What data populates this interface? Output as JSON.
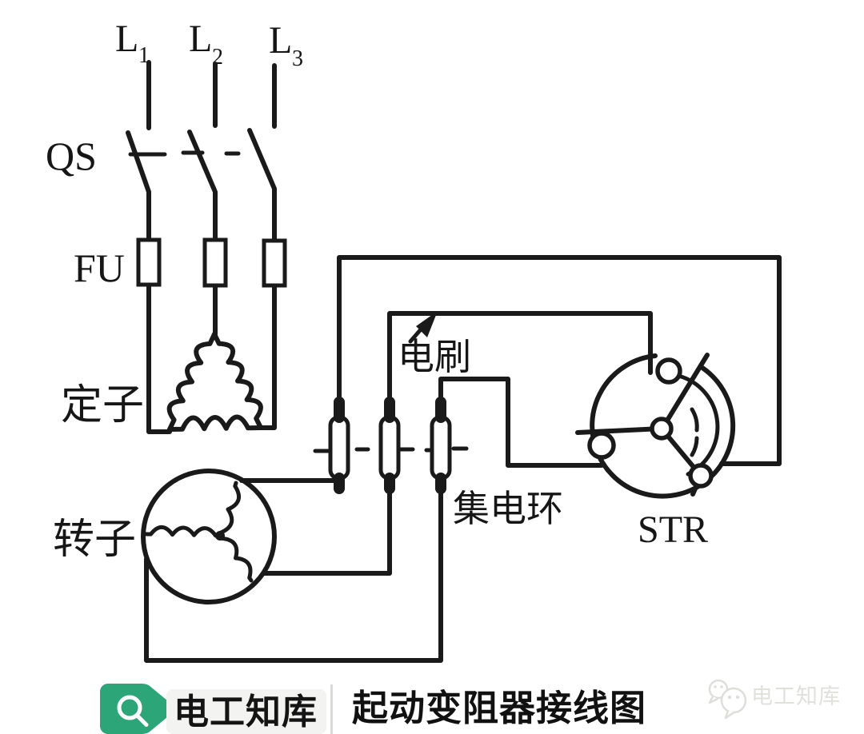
{
  "diagram": {
    "phases": [
      {
        "name": "L",
        "sub": "1"
      },
      {
        "name": "L",
        "sub": "2"
      },
      {
        "name": "L",
        "sub": "3"
      }
    ],
    "switch_label": "QS",
    "fuse_label": "FU",
    "stator_label": "定子",
    "rotor_label": "转子",
    "brush_label": "电刷",
    "slip_ring_label": "集电环",
    "rheostat_label": "STR"
  },
  "footer": {
    "brand": "电工知库",
    "title": "起动变阻器接线图",
    "watermark_text": "电工知库",
    "search_icon": "magnifier",
    "watermark_icon": "wechat-bubbles"
  },
  "colors": {
    "ink": "#1a1a1a",
    "background": "#ffffff",
    "brand_green": "#2ca678",
    "chip_gray": "#f3f3f1",
    "divider_gray": "#dadad6",
    "watermark_gray": "#e1e1dc"
  }
}
